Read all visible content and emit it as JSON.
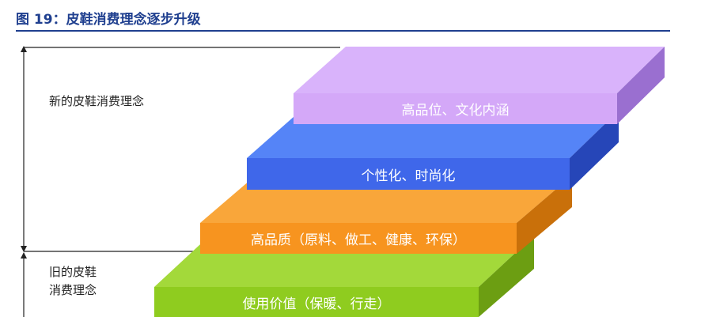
{
  "figure": {
    "title": "图 19：皮鞋消费理念逐步升级"
  },
  "labels": {
    "new_concept": "新的皮鞋消费理念",
    "old_concept_line1": "旧的皮鞋",
    "old_concept_line2": "消费理念"
  },
  "steps": [
    {
      "label": "高品位、文化内涵",
      "front": "#d4a8f8",
      "top": "#d9b3fb",
      "side": "#9a6fd0"
    },
    {
      "label": "个性化、时尚化",
      "front": "#3f67ea",
      "top": "#5584f7",
      "side": "#2646b8"
    },
    {
      "label": "高品质（原料、做工、健康、环保）",
      "front": "#f7941f",
      "top": "#f9a63a",
      "side": "#c9700a"
    },
    {
      "label": "使用价值（保暖、行走）",
      "front": "#8fcc1f",
      "top": "#a3d93a",
      "side": "#6c9e12"
    }
  ]
}
